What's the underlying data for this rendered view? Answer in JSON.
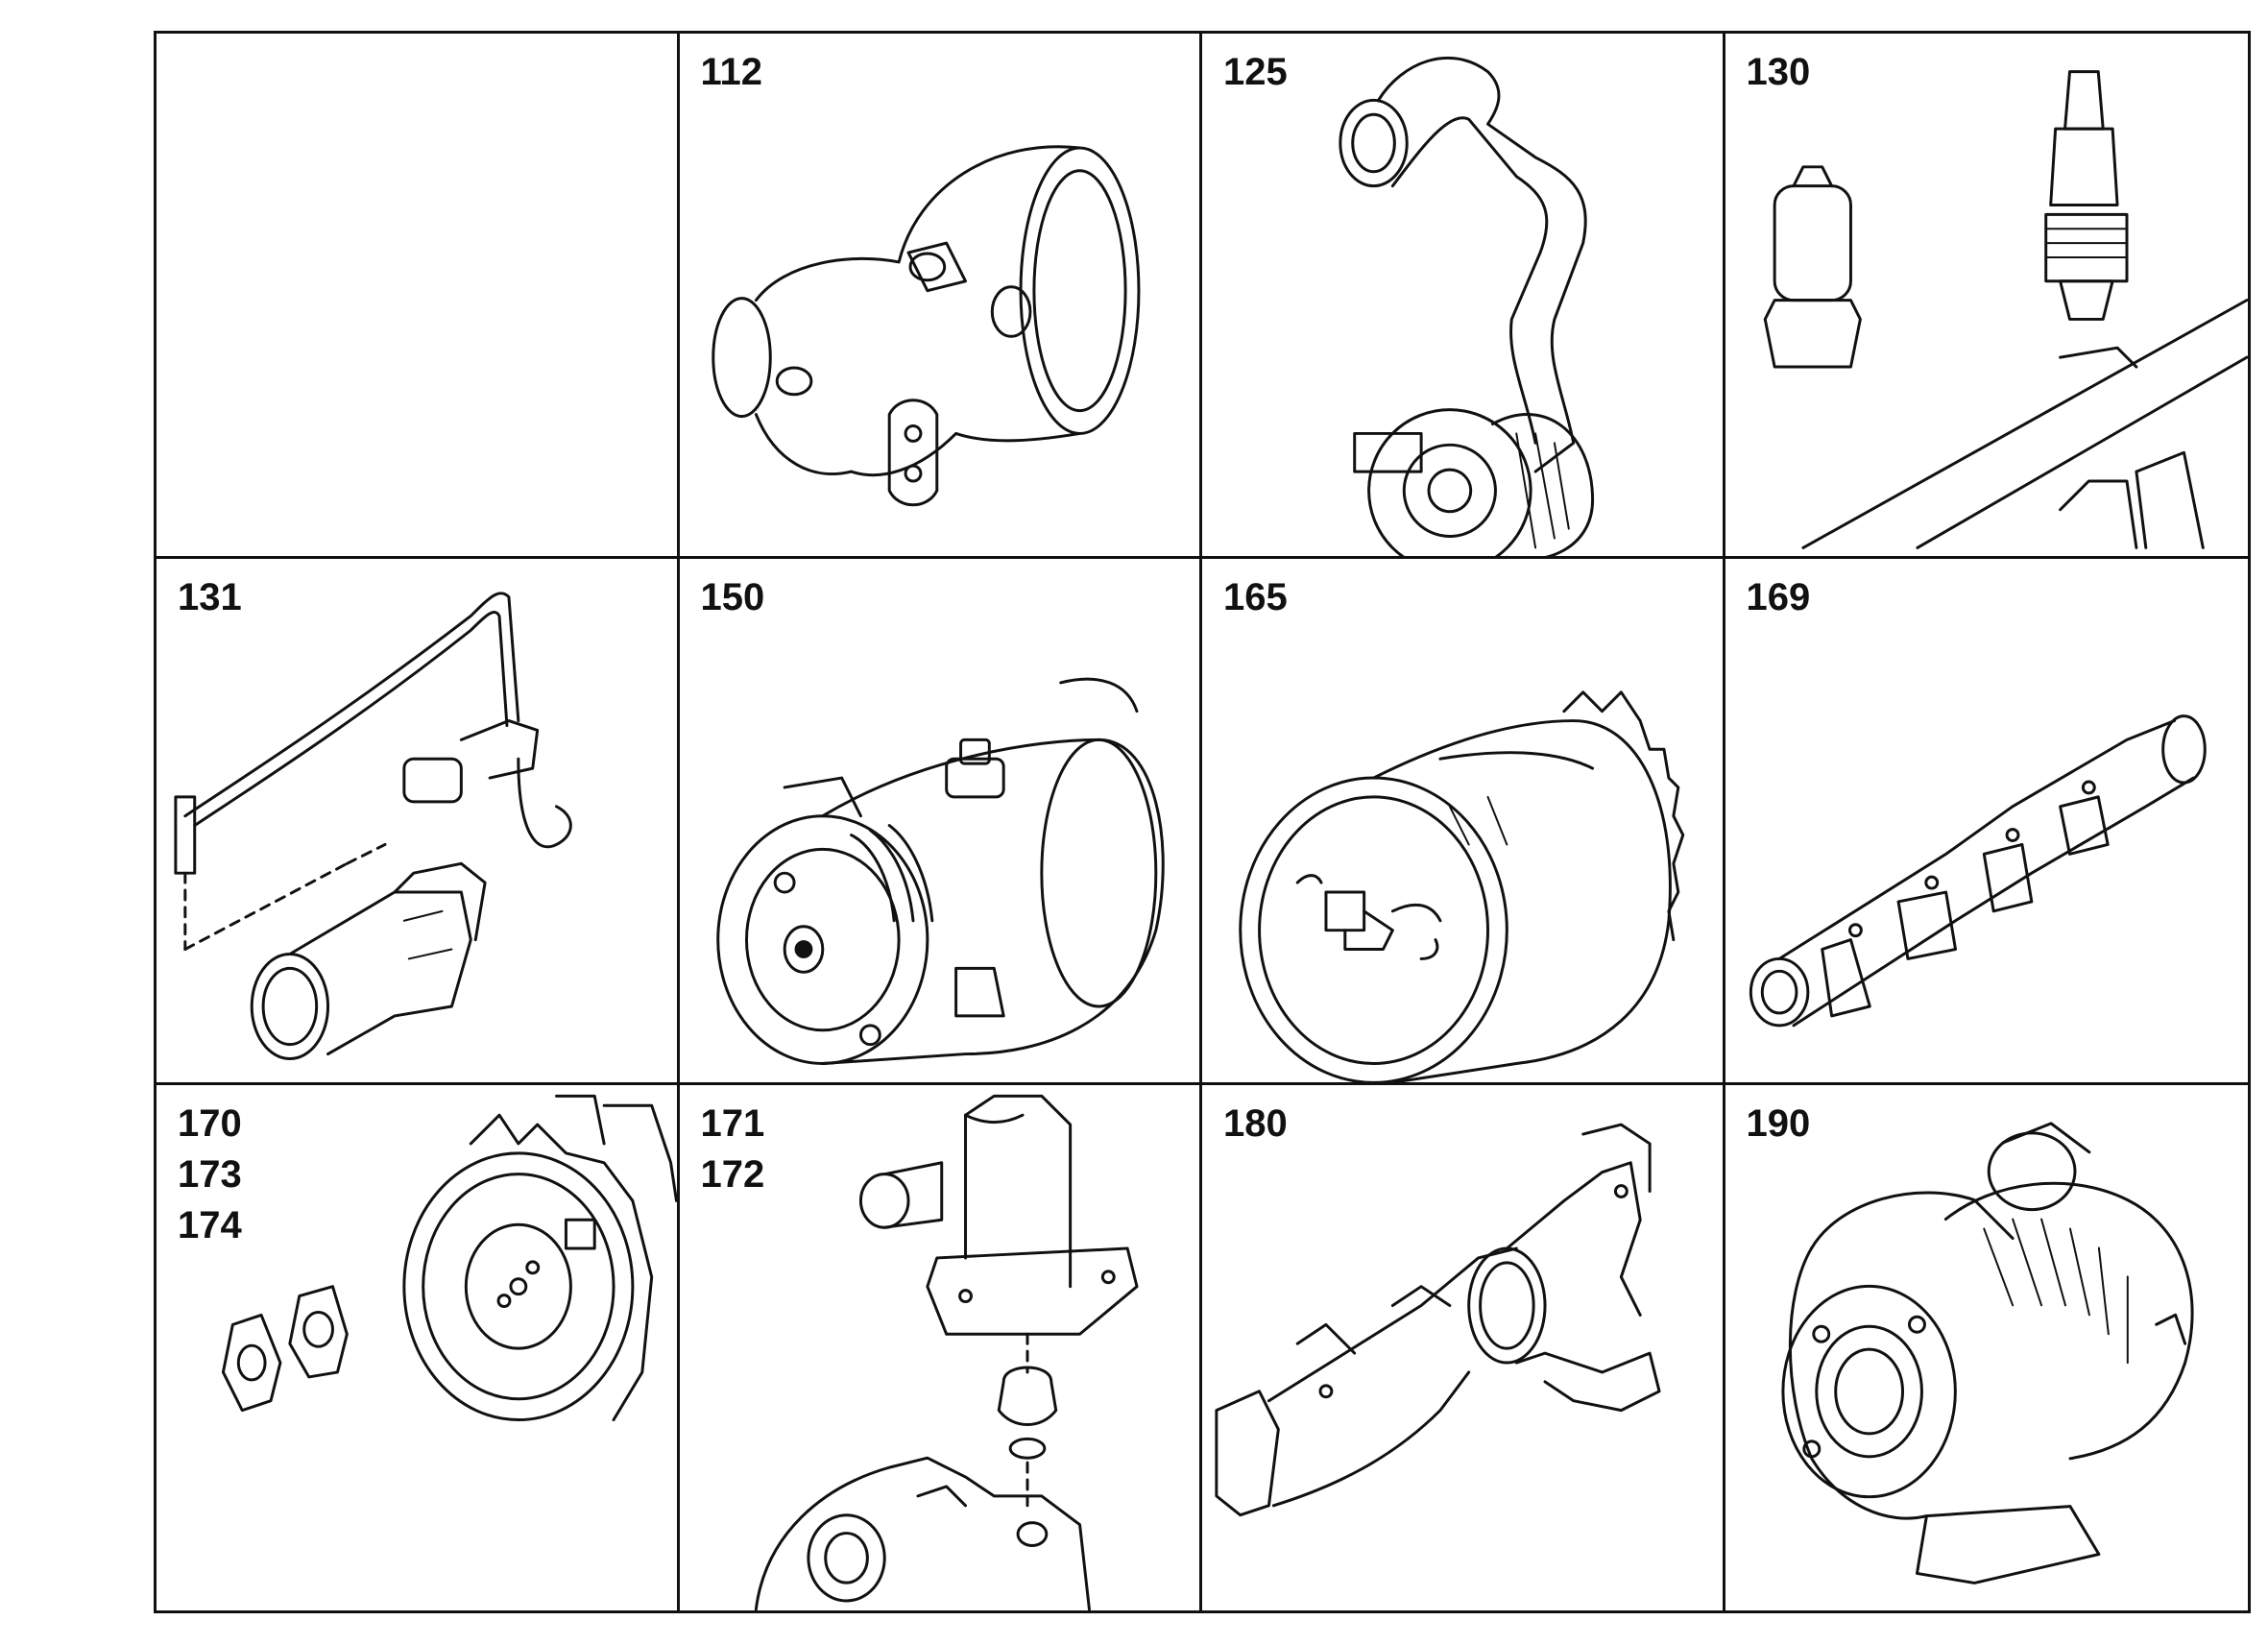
{
  "cells": [
    {
      "labels": []
    },
    {
      "labels": [
        "112"
      ],
      "part": "intake-elbow"
    },
    {
      "labels": [
        "125"
      ],
      "part": "pump-with-hose"
    },
    {
      "labels": [
        "130"
      ],
      "part": "sensor-and-sender"
    },
    {
      "labels": [
        "131"
      ],
      "part": "sensor-line-assembly"
    },
    {
      "labels": [
        "150"
      ],
      "part": "ac-compressor"
    },
    {
      "labels": [
        "165"
      ],
      "part": "fan-clutch-pulley"
    },
    {
      "labels": [
        "169"
      ],
      "part": "manifold-pipe"
    },
    {
      "labels": [
        "170",
        "173",
        "174"
      ],
      "part": "flywheel-housing-plates"
    },
    {
      "labels": [
        "171",
        "172"
      ],
      "part": "thermostat-housing"
    },
    {
      "labels": [
        "180"
      ],
      "part": "exhaust-manifold"
    },
    {
      "labels": [
        "190"
      ],
      "part": "turbocharger"
    }
  ]
}
